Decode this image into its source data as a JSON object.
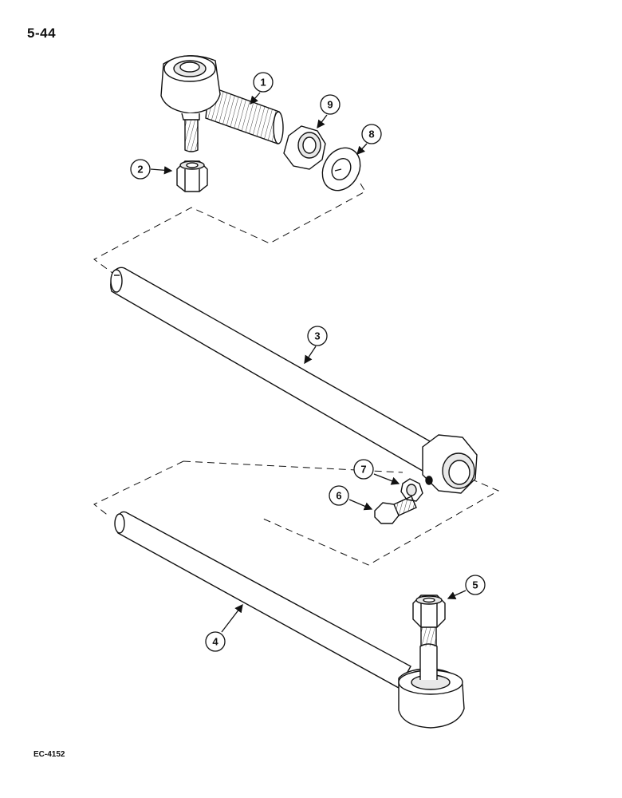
{
  "page": {
    "number": "5-44",
    "figure_code": "EC-4152"
  },
  "callouts": [
    {
      "id": "1",
      "part": "tie-rod-end-threaded"
    },
    {
      "id": "2",
      "part": "lock-nut"
    },
    {
      "id": "3",
      "part": "tube-with-clamp"
    },
    {
      "id": "4",
      "part": "tie-rod-with-ball-joint"
    },
    {
      "id": "5",
      "part": "lock-nut"
    },
    {
      "id": "6",
      "part": "bolt"
    },
    {
      "id": "7",
      "part": "nut"
    },
    {
      "id": "8",
      "part": "lock-washer"
    },
    {
      "id": "9",
      "part": "jam-nut"
    }
  ],
  "colors": {
    "line": "#111111",
    "fill": "#ffffff",
    "shade": "#e8e8e8"
  }
}
